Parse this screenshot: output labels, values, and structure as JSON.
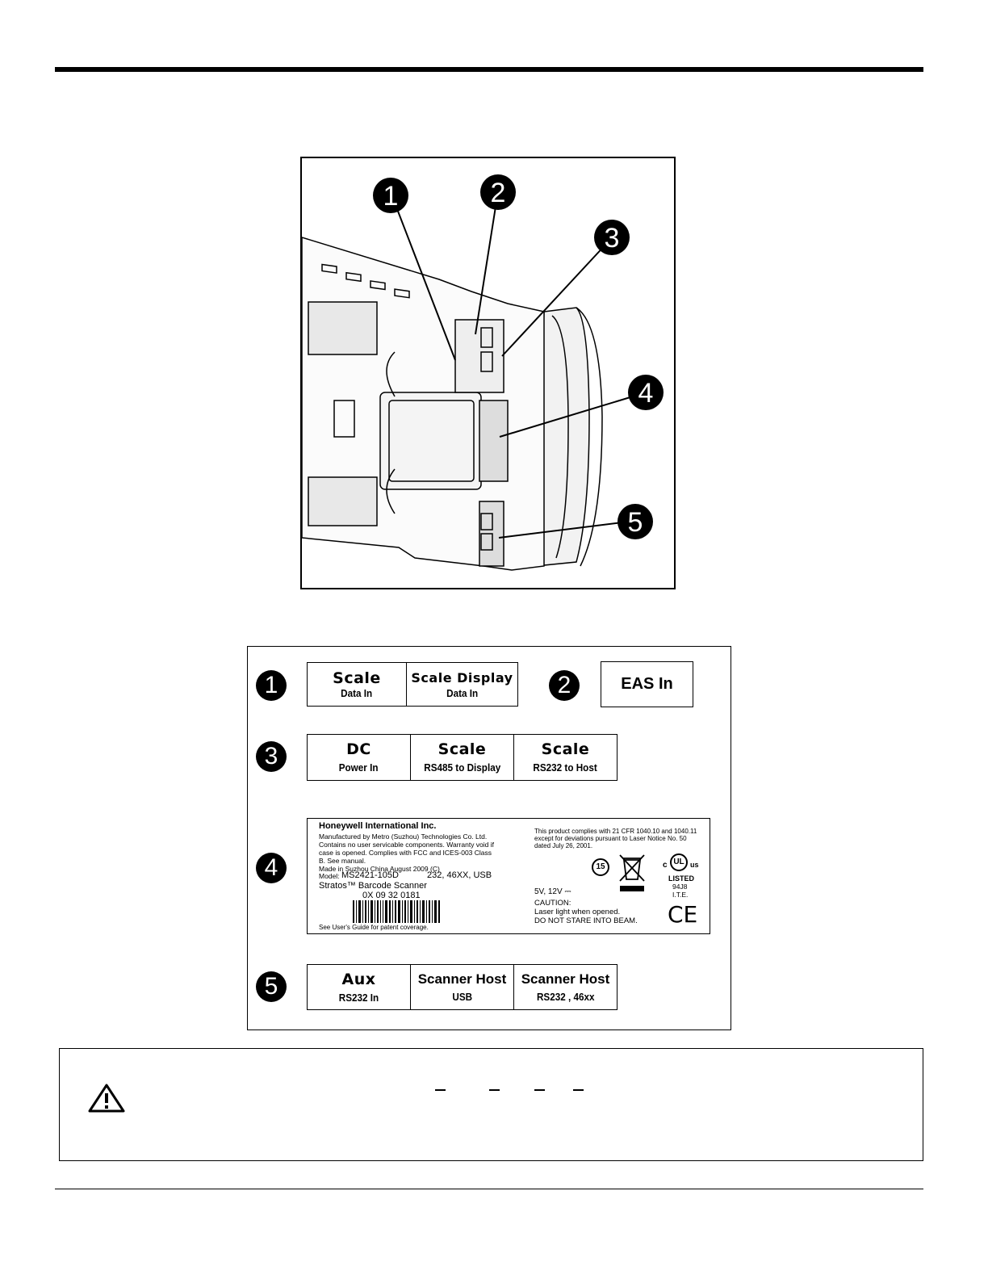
{
  "photo": {
    "callouts": [
      "1",
      "2",
      "3",
      "4",
      "5"
    ]
  },
  "legend": {
    "callouts": [
      "1",
      "2",
      "3",
      "4",
      "5"
    ],
    "row1": {
      "cells": [
        {
          "title": "Scale",
          "sub": "Data In"
        },
        {
          "title": "Scale Display",
          "sub": "Data In"
        }
      ]
    },
    "row2": {
      "title": "EAS In"
    },
    "row3": {
      "cells": [
        {
          "title": "DC",
          "sub": "Power In"
        },
        {
          "title": "Scale",
          "sub": "RS485 to Display"
        },
        {
          "title": "Scale",
          "sub": "RS232 to Host"
        }
      ]
    },
    "row4": {
      "company": "Honeywell International Inc.",
      "mfr": "Manufactured by Metro (Suzhou) Technologies Co. Ltd.",
      "warranty1": "Contains no user servicable components.  Warranty void if",
      "warranty2": "case is opened.  Complies with FCC and ICES-003  Class",
      "warranty3": "B.  See manual.",
      "made": "Made in Suzhou China     August 2009   (C)",
      "model_prefix": "Model:",
      "model": "MS2421-105D",
      "interfaces": "232, 46XX, USB",
      "product": "Stratos™ Barcode Scanner",
      "serial": "0X 09 32 0181",
      "patent": "See User's Guide for patent coverage.",
      "compliance1": "This product complies with 21 CFR 1040.10 and 1040.11",
      "compliance2": "except for deviations pursuant to Laser Notice No. 50",
      "compliance3": "dated July 26, 2001.",
      "voltage": "5V, 12V ⎓",
      "caution": "CAUTION:",
      "caution2": "Laser light when opened.",
      "caution3": "DO NOT STARE INTO BEAM.",
      "badge_15": "15",
      "ul_c": "c",
      "ul": "UL",
      "ul_us": "us",
      "listed": "LISTED",
      "listed_code": "94J8",
      "ite": "I.T.E.",
      "ce": "CE"
    },
    "row5": {
      "cells": [
        {
          "title": "Aux",
          "sub": "RS232 In"
        },
        {
          "title": "Scanner Host",
          "sub": "USB"
        },
        {
          "title": "Scanner Host",
          "sub": "RS232 , 46xx"
        }
      ]
    }
  },
  "icons": {
    "warning": "warning-triangle-icon"
  }
}
